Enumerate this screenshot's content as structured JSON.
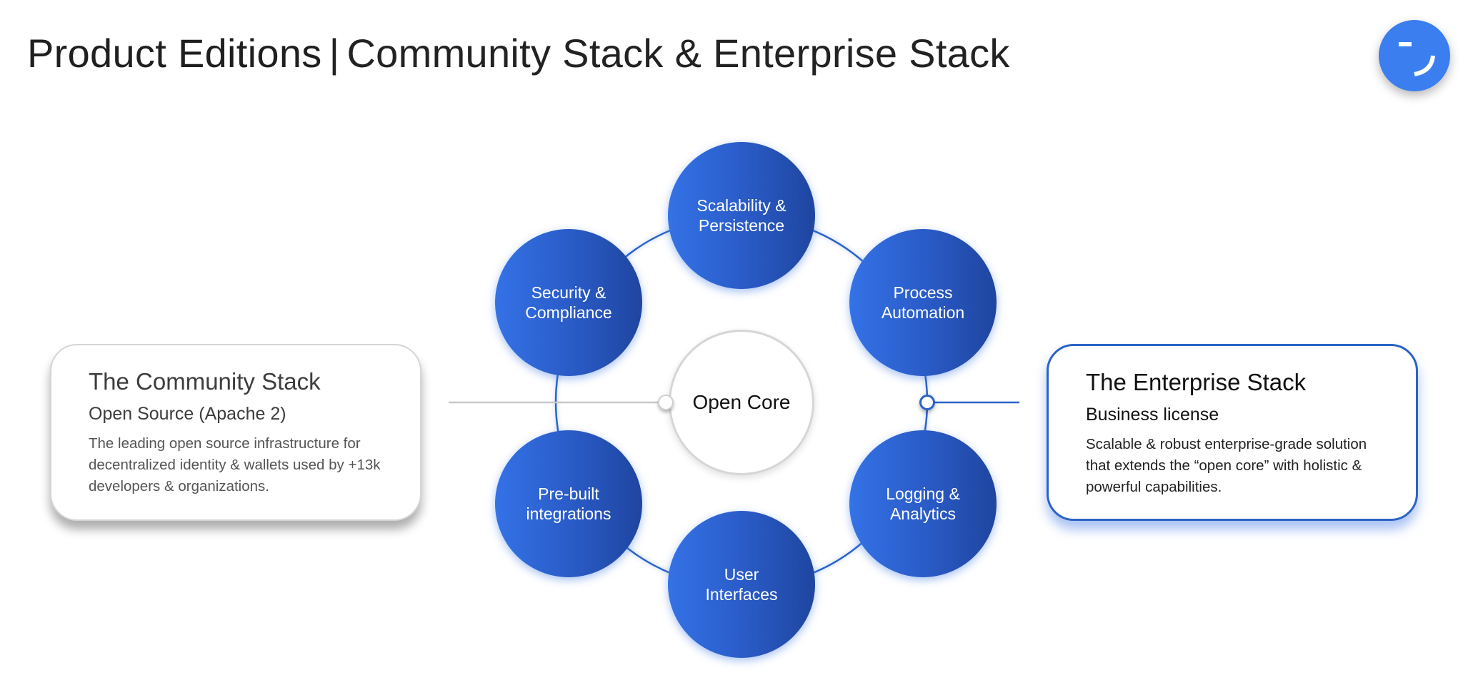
{
  "header": {
    "title_bold": "Product Editions",
    "separator": "|",
    "title_rest": "Community Stack & Enterprise Stack"
  },
  "logo": {
    "icon": "smile-logo-icon",
    "color": "#3a7ef0"
  },
  "center": {
    "label": "Open Core"
  },
  "capabilities": [
    {
      "id": "scalability",
      "lines": [
        "Scalability &",
        "Persistence"
      ]
    },
    {
      "id": "process",
      "lines": [
        "Process",
        "Automation"
      ]
    },
    {
      "id": "logging",
      "lines": [
        "Logging &",
        "Analytics"
      ]
    },
    {
      "id": "user-interfaces",
      "lines": [
        "User",
        "Interfaces"
      ]
    },
    {
      "id": "prebuilt",
      "lines": [
        "Pre-built",
        "integrations"
      ]
    },
    {
      "id": "security",
      "lines": [
        "Security &",
        "Compliance"
      ]
    }
  ],
  "community": {
    "title": "The Community Stack",
    "subtitle": "Open Source (Apache 2)",
    "description": "The leading open source infrastructure for decentralized identity & wallets used by +13k developers & organizations."
  },
  "enterprise": {
    "title": "The Enterprise Stack",
    "subtitle": "Business license",
    "description": "Scalable & robust enterprise-grade solution that extends the “open core” with holistic & powerful capabilities."
  },
  "colors": {
    "node_gradient_start": "#3472e6",
    "node_gradient_end": "#1f45a0",
    "accent_blue": "#2b63c6",
    "neutral_line": "#c8c8c8"
  }
}
